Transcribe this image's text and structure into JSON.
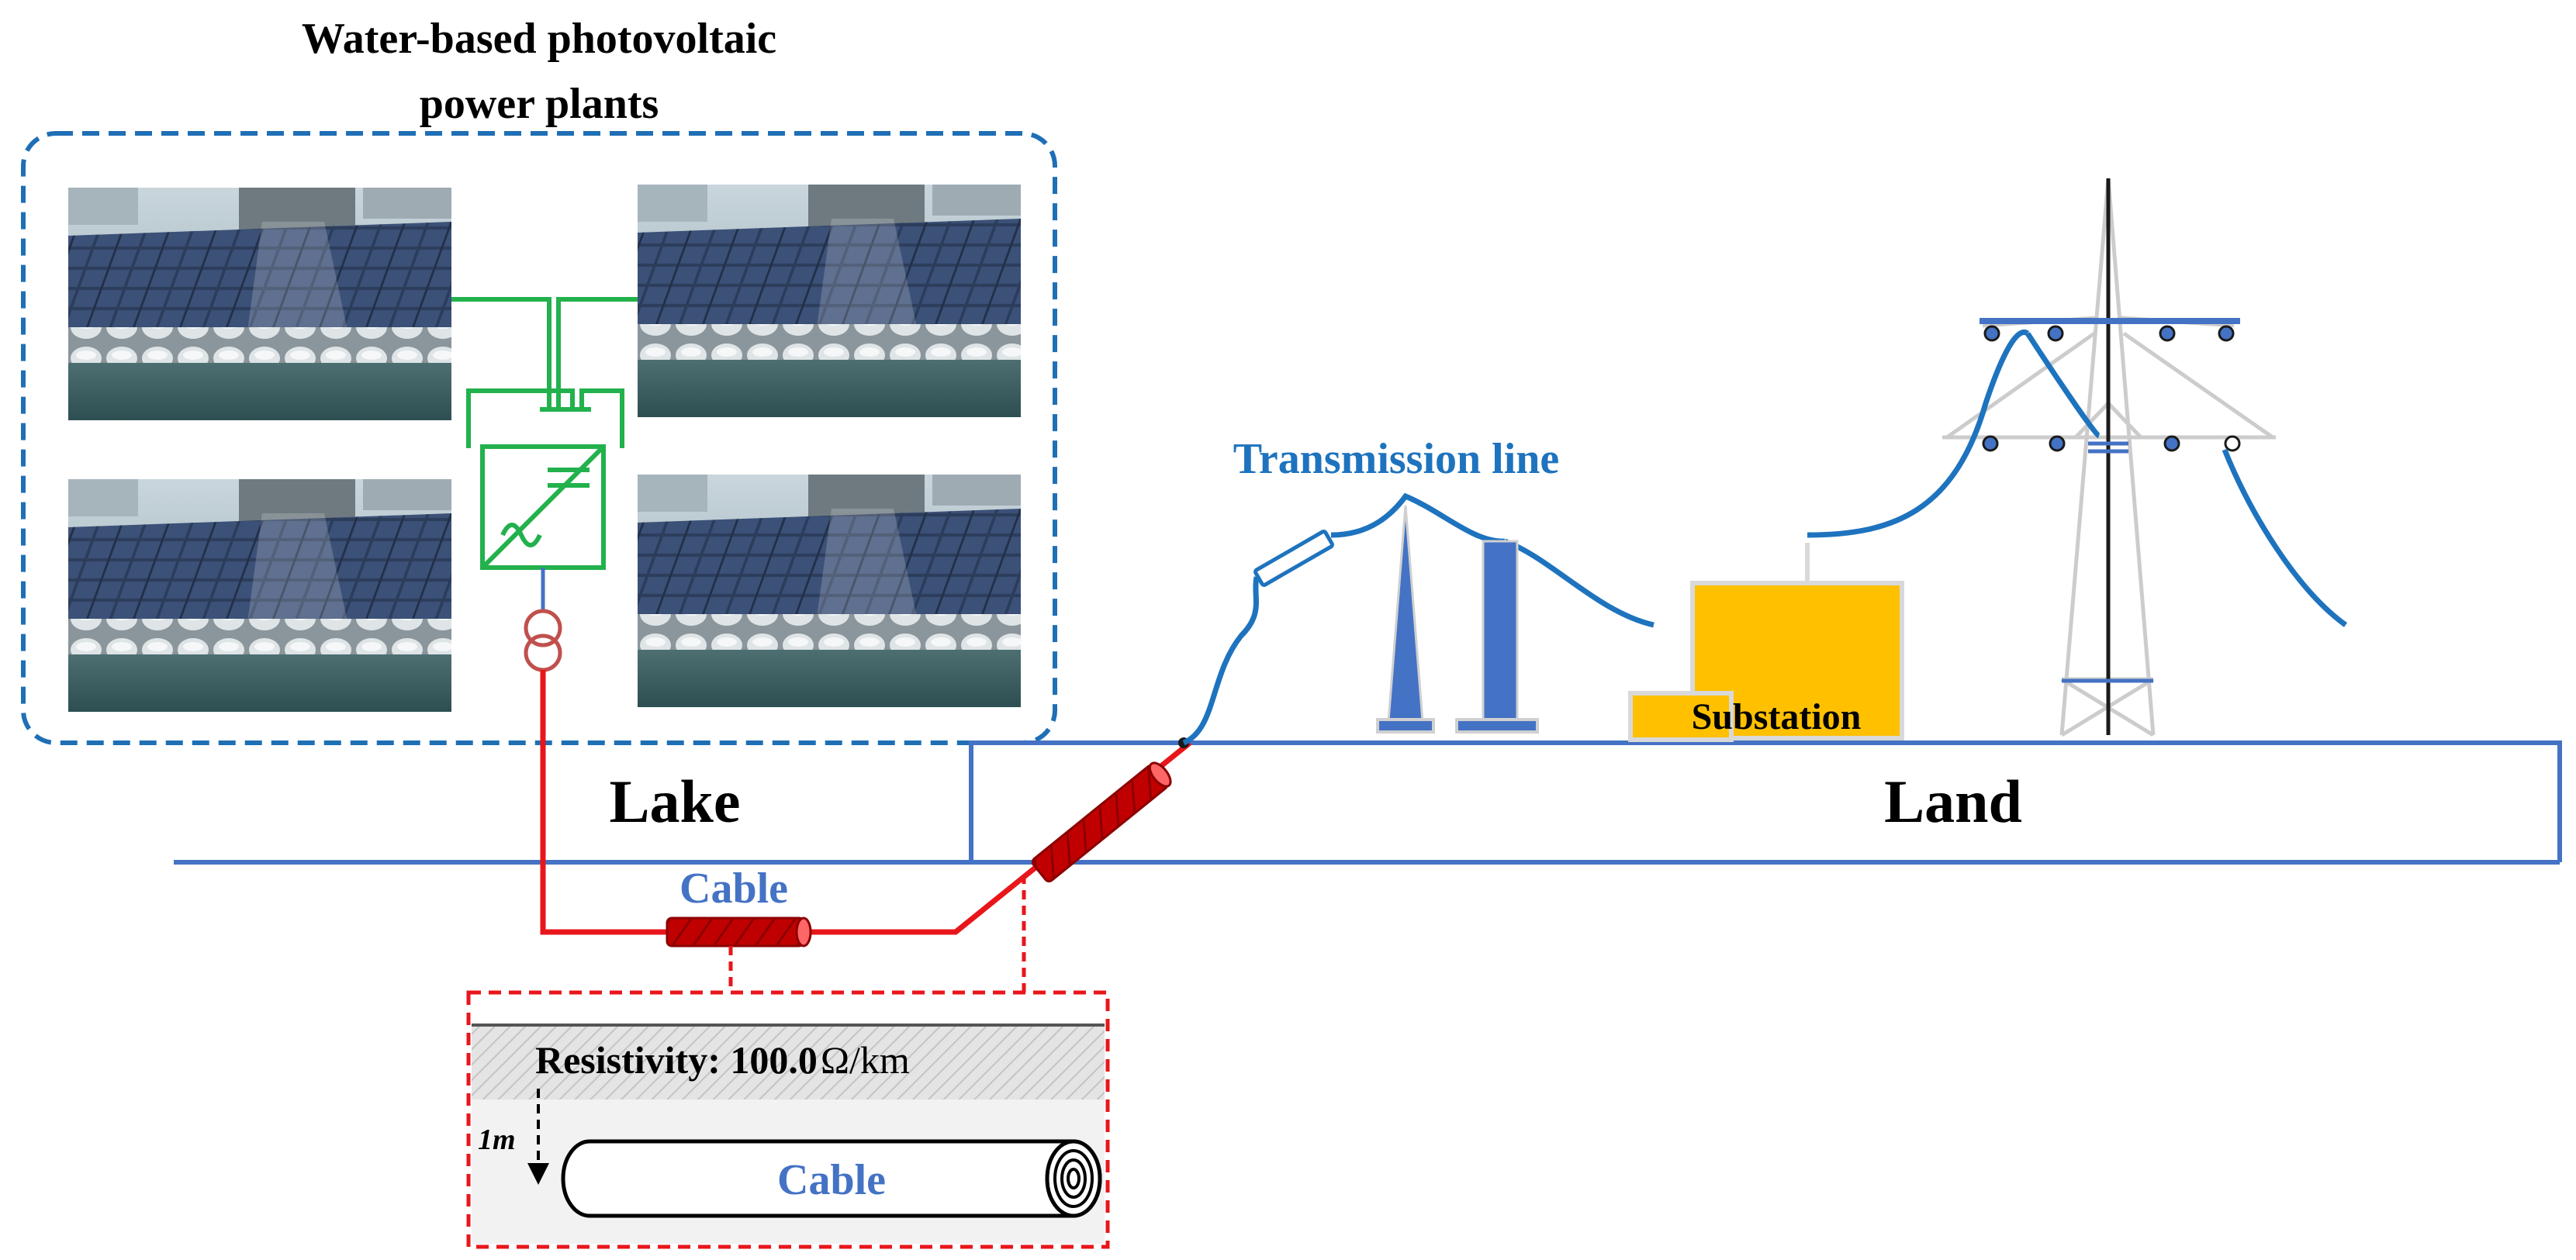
{
  "pv_plants": {
    "title_line1": "Water-based photovoltaic",
    "title_line2": "power plants",
    "border_color": "#1f6fb5",
    "wire_color": "#22b14c",
    "inverter_icon": "dc-ac-inverter-icon",
    "transformer_icon": "transformer-icon"
  },
  "regions": {
    "lake_label": "Lake",
    "land_label": "Land"
  },
  "transmission": {
    "label": "Transmission line",
    "line_color": "#1e73be"
  },
  "substation": {
    "label": "Substation",
    "color": "#ffc000"
  },
  "cable": {
    "label": "Cable",
    "color": "#e8161b",
    "label_color": "#4472c4"
  },
  "cable_detail": {
    "resistivity_prefix": "Resistivity: 100.0",
    "resistivity_unit": "Ω/km",
    "depth_label": "1m",
    "cable_label": "Cable",
    "border_color": "#e8161b"
  }
}
